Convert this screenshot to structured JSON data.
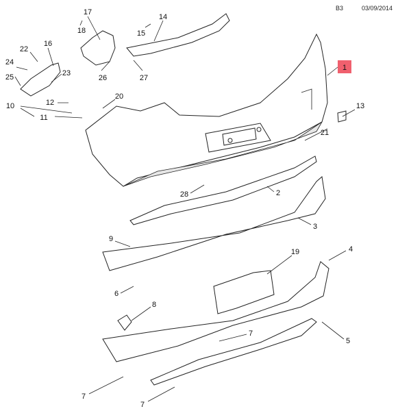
{
  "header": {
    "section": "B3",
    "date": "03/09/2014"
  },
  "highlight_color": "#f0606e",
  "callouts": [
    "1",
    "2",
    "3",
    "4",
    "5",
    "6",
    "7",
    "7",
    "7",
    "8",
    "9",
    "10",
    "11",
    "12",
    "13",
    "14",
    "15",
    "16",
    "17",
    "18",
    "19",
    "20",
    "21",
    "22",
    "23",
    "24",
    "25",
    "26",
    "27",
    "28"
  ]
}
